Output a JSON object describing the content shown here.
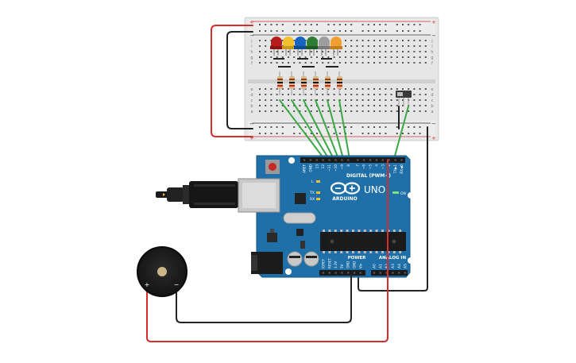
{
  "board": {
    "digital_header": "DIGITAL (PWM~)",
    "brand": "UNO",
    "logo_text": "ARDUINO",
    "power_header": "POWER",
    "analog_header": "ANALOG IN",
    "on_label": "ON",
    "l_label": "L",
    "tx_label": "TX",
    "rx_label": "RX",
    "digital_pins": [
      "AREF",
      "GND",
      "13",
      "12",
      "~11",
      "~10",
      "~9",
      "8",
      "7",
      "~6",
      "~5",
      "4",
      "~3",
      "2",
      "TX▶1",
      "RX◀0"
    ],
    "power_pins": [
      "IOREF",
      "RESET",
      "3.3V",
      "5V",
      "GND",
      "GND",
      "Vin"
    ],
    "analog_pins": [
      "A0",
      "A1",
      "A2",
      "A3",
      "A4",
      "A5"
    ]
  },
  "breadboard": {
    "row_letters_top": [
      "j",
      "i",
      "h",
      "g",
      "f"
    ],
    "row_letters_bottom": [
      "e",
      "d",
      "c",
      "b",
      "a"
    ]
  },
  "buzzer": {
    "plus_label": "+",
    "minus_label": "−"
  },
  "colors": {
    "board": "#1f6fa8",
    "breadboard": "#e6e6e6",
    "wire_red": "#d32f2f",
    "wire_black": "#222222",
    "wire_green": "#3aa845",
    "led_red": "#b71c1c",
    "led_yellow": "#f2c12e",
    "led_blue": "#1565c0",
    "led_green": "#2e7d32",
    "led_white": "#9e9e9e",
    "led_orange": "#f0a030"
  }
}
